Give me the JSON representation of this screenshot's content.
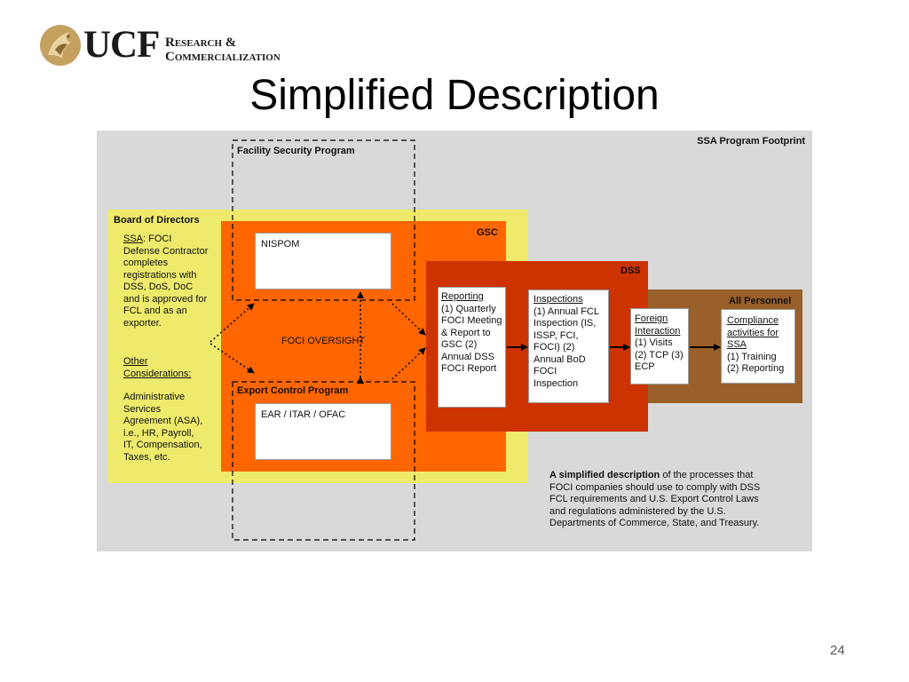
{
  "logo": {
    "ucf": "UCF",
    "line1": "Research &",
    "line2": "Commercialization"
  },
  "slide": {
    "title": "Simplified Description",
    "page_number": "24"
  },
  "diagram": {
    "footprint_label": "SSA Program Footprint",
    "facility_security_program": "Facility Security Program",
    "board": {
      "title": "Board of Directors",
      "ssa_label": "SSA",
      "ssa_text": ": FOCI Defense Contractor completes registrations with DSS, DoS, DoC and is approved for FCL and as an exporter.",
      "other_label": "Other Considerations:",
      "other_text": "Administrative Services Agreement (ASA), i.e., HR, Payroll, IT, Compensation, Taxes, etc."
    },
    "gsc_label": "GSC",
    "nispom": "NISPOM",
    "foci_oversight": "FOCI OVERSIGHT",
    "export_control_program": "Export Control Program",
    "ear_itar_ofac": "EAR / ITAR / OFAC",
    "dss_label": "DSS",
    "reporting": {
      "title": "Reporting",
      "text": "(1) Quarterly FOCI Meeting & Report to GSC (2) Annual DSS FOCI Report"
    },
    "inspections": {
      "title": "Inspections",
      "text": "(1) Annual FCL Inspection (IS, ISSP, FCI, FOCI) (2) Annual BoD FOCI Inspection"
    },
    "all_personnel_label": "All Personnel",
    "foreign_interaction": {
      "title": "Foreign Interaction",
      "text": "(1) Visits (2) TCP (3) ECP"
    },
    "compliance": {
      "title": "Compliance activities for SSA",
      "text": "(1) Training (2) Reporting"
    },
    "caption": {
      "bold": "A simplified description",
      "text": " of the processes that FOCI companies should use to comply with DSS FCL requirements and U.S. Export Control Laws and regulations administered by the U.S. Departments of Commerce, State, and Treasury."
    },
    "colors": {
      "background": "#d9d9d9",
      "board_yellow": "#eeea6c",
      "gsc_orange": "#ff6600",
      "dss_red": "#cc3300",
      "personnel_brown": "#99602a",
      "logo_gold": "#b8924a"
    }
  }
}
